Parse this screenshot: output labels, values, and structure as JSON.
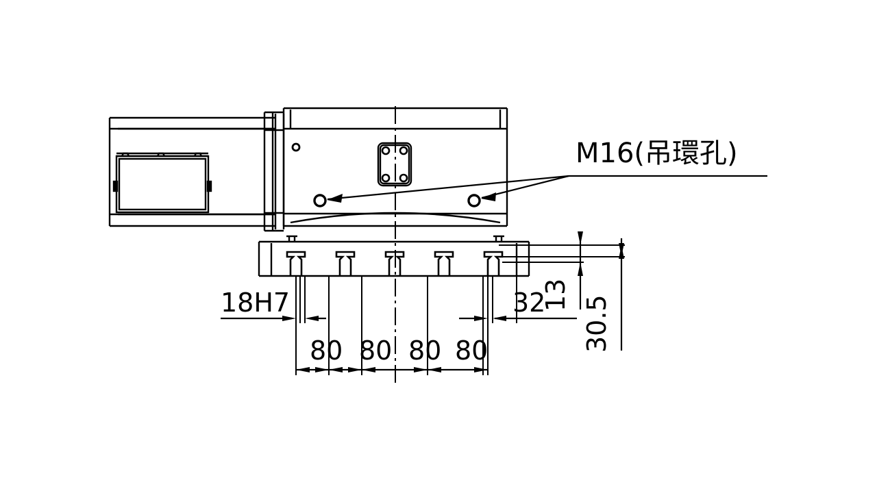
{
  "drawing": {
    "title": "Machine Tool Side Elevation — Rotary Table Assembly",
    "line_color": "#000000",
    "background_color": "#ffffff",
    "annotations": {
      "eye_bolt_label": "M16(吊環孔)",
      "slot_tolerance_label": "18H7",
      "edge_distance_label": "32",
      "slot_neck_depth_label": "13",
      "slot_total_depth_label": "30.5"
    },
    "slot_pitch_dimensions": [
      {
        "value": "80"
      },
      {
        "value": "80"
      },
      {
        "value": "80"
      },
      {
        "value": "80"
      }
    ],
    "t_slot_count": 5,
    "eye_bolt_hole_count": 2,
    "mounting_hole_pattern_count": 4
  }
}
